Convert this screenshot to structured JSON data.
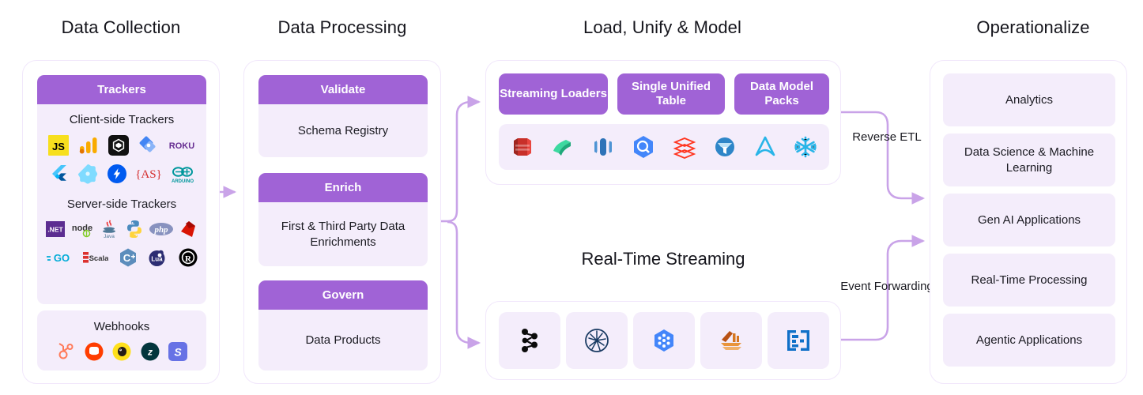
{
  "columns": [
    {
      "title": "Data Collection"
    },
    {
      "title": "Data Processing"
    },
    {
      "title": "Load, Unify & Model"
    },
    {
      "title": "Operationalize"
    }
  ],
  "data_collection": {
    "trackers_header": "Trackers",
    "client_label": "Client-side Trackers",
    "client_icons": [
      "javascript-icon",
      "google-analytics-icon",
      "unity-icon",
      "google-tag-manager-icon",
      "roku-icon",
      "flutter-icon",
      "react-native-icon",
      "amp-icon",
      "actionscript-icon",
      "arduino-icon"
    ],
    "server_label": "Server-side Trackers",
    "server_icons": [
      "dotnet-icon",
      "nodejs-icon",
      "java-icon",
      "python-icon",
      "php-icon",
      "ruby-icon",
      "golang-icon",
      "scala-icon",
      "cpp-icon",
      "lua-icon",
      "rust-icon"
    ],
    "webhooks_label": "Webhooks",
    "webhook_icons": [
      "hubspot-icon",
      "intercom-icon",
      "mailchimp-icon",
      "zendesk-icon",
      "stripe-icon"
    ]
  },
  "data_processing": {
    "steps": [
      {
        "header": "Validate",
        "body": "Schema Registry"
      },
      {
        "header": "Enrich",
        "body": "First & Third Party Data Enrichments"
      },
      {
        "header": "Govern",
        "body": "Data Products"
      }
    ]
  },
  "load_unify_model": {
    "pills": [
      "Streaming Loaders",
      "Single Unified Table",
      "Data Model Packs"
    ],
    "warehouse_icons": [
      "aws-redshift-icon",
      "microsoft-fabric-icon",
      "amazon-redshift-cluster-icon",
      "google-bigquery-icon",
      "databricks-icon",
      "dremio-icon",
      "apache-druid-icon",
      "snowflake-icon"
    ]
  },
  "real_time_streaming": {
    "title": "Real-Time Streaming",
    "icons": [
      "apache-kafka-icon",
      "apache-pulsar-icon",
      "google-pubsub-icon",
      "aws-kinesis-icon",
      "amazon-eventbridge-icon"
    ]
  },
  "operationalize": {
    "cards": [
      "Analytics",
      "Data Science & Machine Learning",
      "Gen AI Applications",
      "Real-Time Processing",
      "Agentic Applications"
    ]
  },
  "connectors": {
    "reverse_etl": "Reverse ETL",
    "event_forwarding": "Event Forwarding"
  },
  "colors": {
    "purple": "#A063D6",
    "lavender_fill": "#F4EDFB",
    "panel_border": "#F1E7FB",
    "arrow": "#C9A3E8",
    "text": "#1b1b22"
  }
}
